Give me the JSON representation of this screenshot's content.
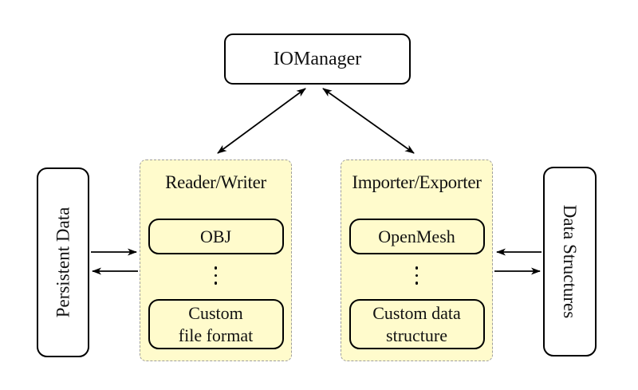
{
  "colors": {
    "background": "#ffffff",
    "group_fill": "#FFFBCC",
    "group_border": "#9E9E9E",
    "node_border": "#000000",
    "arrow": "#000000",
    "text": "#111111"
  },
  "icons": {
    "vertical_ellipsis": "vertical-dots"
  },
  "io_manager": {
    "label": "IOManager"
  },
  "persistent_data": {
    "label": "Persistent Data"
  },
  "data_structures": {
    "label": "Data Structures"
  },
  "reader_writer": {
    "title": "Reader/Writer",
    "obj": {
      "label": "OBJ"
    },
    "custom": {
      "line1": "Custom",
      "line2": "file format"
    }
  },
  "importer_exporter": {
    "title": "Importer/Exporter",
    "openmesh": {
      "label": "OpenMesh"
    },
    "custom": {
      "line1": "Custom data",
      "line2": "structure"
    }
  }
}
